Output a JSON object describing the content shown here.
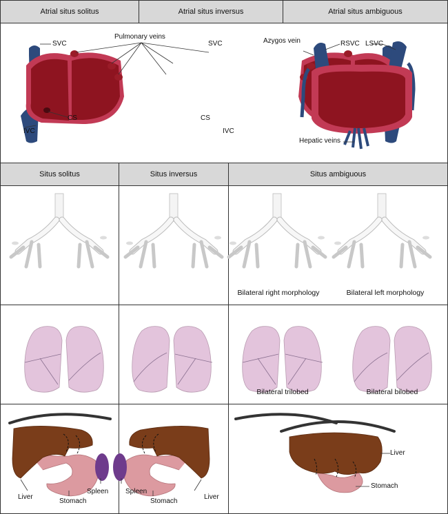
{
  "atrial_headers": [
    "Atrial situs solitus",
    "Atrial situs inversus",
    "Atrial situs ambiguous"
  ],
  "heart_labels": {
    "svc_left": "SVC",
    "svc_right": "SVC",
    "pulmonary_veins": "Pulmonary veins",
    "cs_left": "CS",
    "cs_right": "CS",
    "ivc_left": "IVC",
    "ivc_right": "IVC",
    "azygos": "Azygos vein",
    "rsvc": "RSVC",
    "lsvc": "LSVC",
    "hepatic": "Hepatic veins"
  },
  "situs_headers": [
    "Situs solitus",
    "Situs inversus",
    "Situs ambiguous"
  ],
  "bronchi_captions": [
    "Bilateral right morphology",
    "Bilateral left morphology"
  ],
  "lung_captions": [
    "Bilateral trilobed",
    "Bilateral bilobed"
  ],
  "abdomen_labels": {
    "liver_1": "Liver",
    "stomach_1": "Stomach",
    "spleen_1": "Spleen",
    "spleen_2": "Spleen",
    "stomach_2": "Stomach",
    "liver_2": "Liver",
    "liver_3": "Liver",
    "stomach_3": "Stomach"
  },
  "colors": {
    "heart_red": "#8e1420",
    "heart_wall": "#c23a55",
    "vein_blue": "#2d4a7c",
    "lung_pink": "#e3c4dc",
    "liver_brown": "#7a3d1a",
    "stomach_pink": "#dc9aa0",
    "spleen_purple": "#6e3b8c",
    "header_gray": "#d8d8d8"
  }
}
